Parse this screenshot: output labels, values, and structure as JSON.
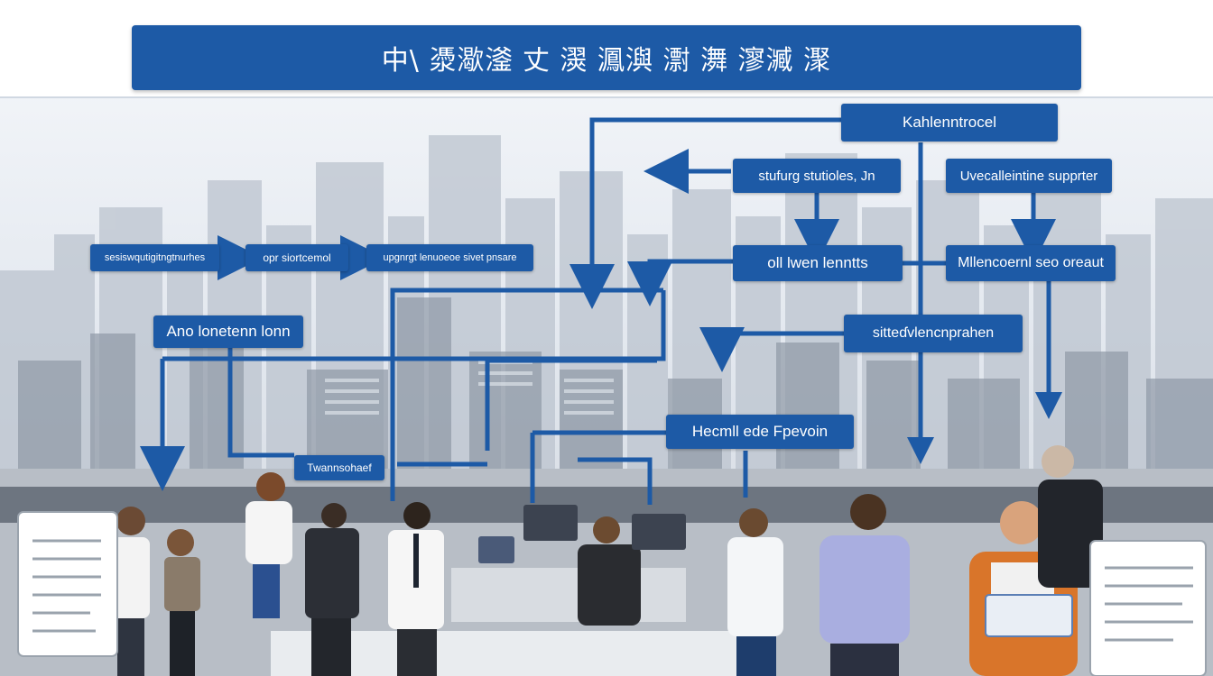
{
  "title": "中\\ 㵗㵣㵚 丈 㵤 㵯㵰 㵱 㵲 㵳㵴 㵵",
  "colors": {
    "node": "#1d5aa6",
    "connector": "#1d5aa6",
    "title_bar": "#1d5aa6",
    "background": "#f3f5f8"
  },
  "nodes": {
    "kahlenntrocel": "Kahlenntrocel",
    "stufurg_stutioles": "stufurg  stutioles, Jn",
    "uvecalleintine_supprter": "Uvecalleintine supprter",
    "sesiswqutigitngtnurhes": "sesiswqutigitngtnurhes",
    "opr_siortcemol": "opr siortcemol",
    "upgnrgt_lenuoeoe": "upgnrgt lenuoeoe sivet pnsare",
    "oll_lwen_lenntts": "oll  lwen lenntts",
    "mllencoernl_seo_oreaut": "Mllencoernl  seo oreaut",
    "sittedvlencnprahen": "sitteɗvlencnprahen",
    "ano_lonetenn_lonn": "Ano lonetenn lonn",
    "hecmil_ede_fpevoin": "Hecmll ede Fpevoin",
    "twannsohaef": "Twannsohaef"
  }
}
